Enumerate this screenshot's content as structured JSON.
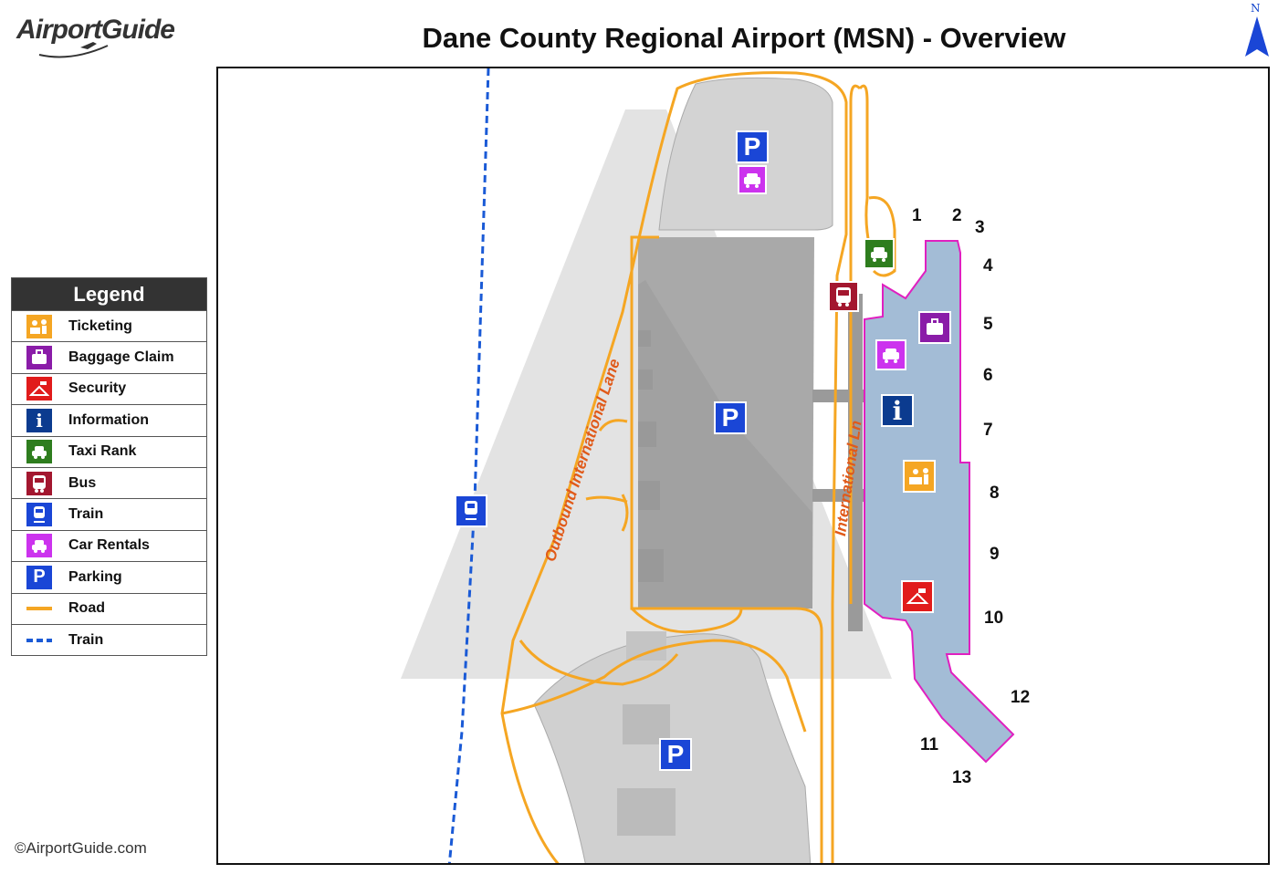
{
  "brand": {
    "logo_text": "AirportGuide"
  },
  "title": "Dane County Regional Airport (MSN) - Overview",
  "compass": {
    "label": "N"
  },
  "legend": {
    "title": "Legend",
    "items": [
      {
        "label": "Ticketing",
        "icon": "ticketing-icon",
        "color": "#f5a623"
      },
      {
        "label": "Baggage Claim",
        "icon": "baggage-claim-icon",
        "color": "#8a1ca8"
      },
      {
        "label": "Security",
        "icon": "security-icon",
        "color": "#e11b1b"
      },
      {
        "label": "Information",
        "icon": "information-icon",
        "color": "#0b3b8f"
      },
      {
        "label": "Taxi Rank",
        "icon": "taxi-icon",
        "color": "#2e7d1e"
      },
      {
        "label": "Bus",
        "icon": "bus-icon",
        "color": "#a3172f"
      },
      {
        "label": "Train",
        "icon": "train-icon",
        "color": "#1a46d6"
      },
      {
        "label": "Car Rentals",
        "icon": "car-rental-icon",
        "color": "#cc33ee"
      },
      {
        "label": "Parking",
        "icon": "parking-icon",
        "color": "#1a46d6"
      },
      {
        "label": "Road",
        "icon": "road-line",
        "color": "#f5a623"
      },
      {
        "label": "Train",
        "icon": "train-line",
        "color": "#1a5ad6"
      }
    ]
  },
  "map": {
    "road_labels": {
      "outbound": "Outbound International Lane",
      "international": "International Ln"
    },
    "parking_label": "P",
    "info_label": "i",
    "gates": [
      "1",
      "2",
      "3",
      "4",
      "5",
      "6",
      "7",
      "8",
      "9",
      "10",
      "11",
      "12",
      "13"
    ],
    "colors": {
      "road": "#f5a623",
      "train_line": "#1a5ad6",
      "terminal_fill": "#a3bcd6",
      "terminal_outline": "#e020c0",
      "parking_area": "#c8c8c8",
      "runway": "#e3e3e3"
    }
  },
  "footer": {
    "copyright": "©AirportGuide.com"
  }
}
